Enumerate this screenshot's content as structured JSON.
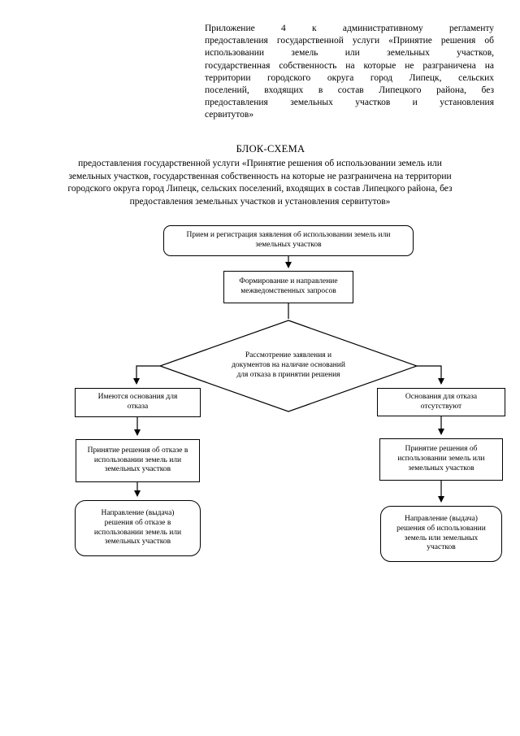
{
  "document": {
    "appendix_note_lines": [
      "Приложение 4 к административному регламенту",
      "предоставления государственной услуги «Принятие решения об",
      "использовании земель или земельных участков,",
      "государственная собственность на которые не разграничена на",
      "территории городского округа город Липецк, сельских",
      "поселений, входящих в состав Липецкого района, без",
      "предоставления земельных участков и установления",
      "сервитутов»"
    ],
    "title": "БЛОК-СХЕМА",
    "subtitle_lines": [
      "предоставления государственной услуги «Принятие решения об использовании земель или",
      "земельных участков, государственная собственность на которые не разграничена на территории",
      "городского округа город Липецк, сельских поселений, входящих в состав Липецкого района, без",
      "предоставления земельных участков и установления сервитутов»"
    ]
  },
  "flowchart": {
    "type": "flowchart",
    "colors": {
      "line": "#000000",
      "text": "#000000",
      "node_fill": "#ffffff"
    },
    "nodes": [
      {
        "id": "start",
        "shape": "rounded-rect",
        "label": "Прием и регистрация заявления об использовании земель или земельных участков"
      },
      {
        "id": "interagency-requests",
        "shape": "rect",
        "label": "Формирование и направление межведомственных запросов"
      },
      {
        "id": "review-decision",
        "shape": "diamond",
        "label": "Рассмотрение заявления и документов на наличие оснований для отказа в принятии решения"
      },
      {
        "id": "grounds-exist",
        "shape": "rect",
        "label": "Имеются основания для отказа"
      },
      {
        "id": "refusal-decision",
        "shape": "rect",
        "label": "Принятие решения об отказе в использовании земель или земельных участков"
      },
      {
        "id": "refusal-issuance",
        "shape": "rounded-rect",
        "label": "Направление (выдача) решения об отказе в использовании земель или земельных участков"
      },
      {
        "id": "no-grounds",
        "shape": "rect",
        "label": "Основания для отказа отсутствуют"
      },
      {
        "id": "use-decision",
        "shape": "rect",
        "label": "Принятие решения об использовании земель или земельных участков"
      },
      {
        "id": "use-issuance",
        "shape": "rounded-rect",
        "label": "Направление (выдача) решения об использовании земель или земельных участков"
      }
    ],
    "edges": [
      {
        "from": "start",
        "to": "interagency-requests"
      },
      {
        "from": "interagency-requests",
        "to": "review-decision"
      },
      {
        "from": "review-decision",
        "to": "grounds-exist"
      },
      {
        "from": "review-decision",
        "to": "no-grounds"
      },
      {
        "from": "grounds-exist",
        "to": "refusal-decision"
      },
      {
        "from": "refusal-decision",
        "to": "refusal-issuance"
      },
      {
        "from": "no-grounds",
        "to": "use-decision"
      },
      {
        "from": "use-decision",
        "to": "use-issuance"
      }
    ]
  }
}
